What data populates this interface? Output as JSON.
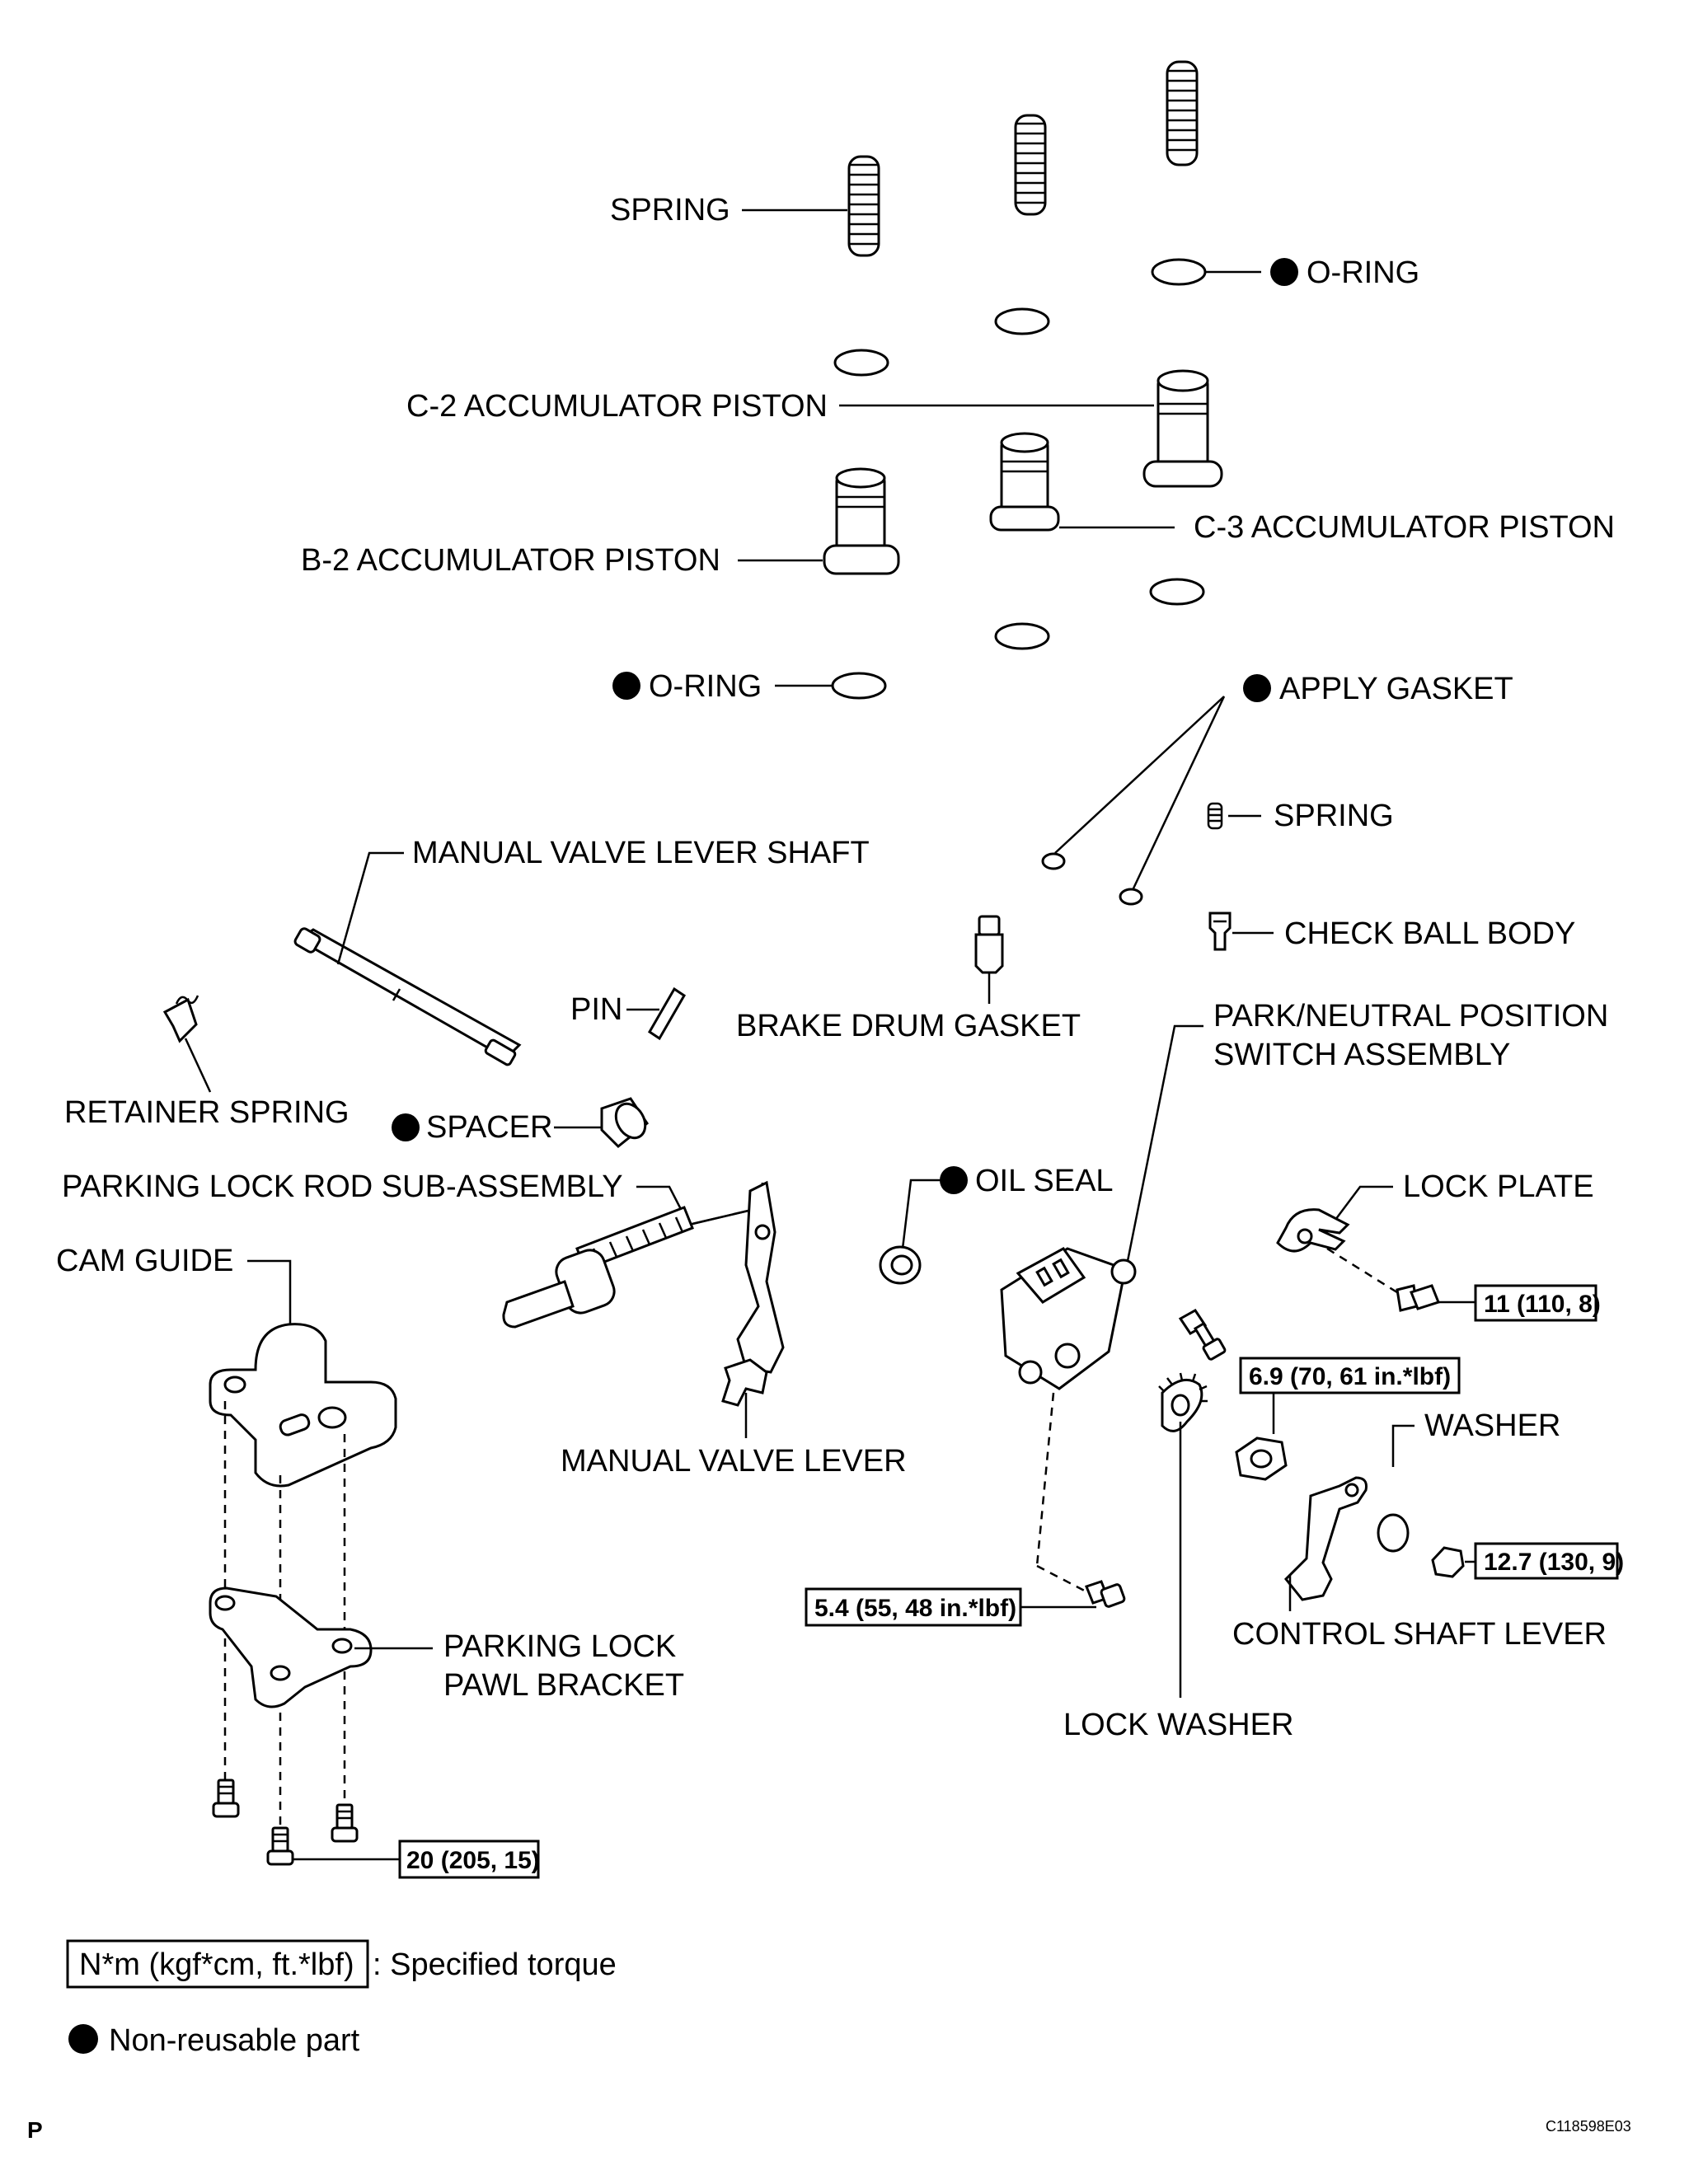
{
  "labels": {
    "spring_top": "SPRING",
    "o_ring_top": "O-RING",
    "c2_piston": "C-2 ACCUMULATOR PISTON",
    "c3_piston": "C-3 ACCUMULATOR PISTON",
    "b2_piston": "B-2 ACCUMULATOR PISTON",
    "o_ring_left": "O-RING",
    "apply_gasket": "APPLY GASKET",
    "spring_small": "SPRING",
    "manual_valve_lever_shaft": "MANUAL VALVE LEVER SHAFT",
    "check_ball_body": "CHECK BALL BODY",
    "pin": "PIN",
    "brake_drum_gasket": "BRAKE DRUM GASKET",
    "park_neutral_1": "PARK/NEUTRAL POSITION",
    "park_neutral_2": "SWITCH ASSEMBLY",
    "retainer_spring": "RETAINER SPRING",
    "spacer": "SPACER",
    "oil_seal": "OIL SEAL",
    "lock_plate": "LOCK PLATE",
    "parking_lock_rod": "PARKING LOCK ROD SUB-ASSEMBLY",
    "cam_guide": "CAM GUIDE",
    "manual_valve_lever": "MANUAL VALVE LEVER",
    "washer": "WASHER",
    "control_shaft_lever": "CONTROL SHAFT LEVER",
    "parking_lock_pawl_1": "PARKING LOCK",
    "parking_lock_pawl_2": "PAWL BRACKET",
    "lock_washer": "LOCK WASHER"
  },
  "torques": {
    "lock_plate_bolt": "11 (110, 8)",
    "nut_upper": "6.9 (70, 61 in.*lbf)",
    "control_shaft_nut": "12.7 (130, 9)",
    "switch_bolt": "5.4 (55, 48 in.*lbf)",
    "bracket_bolt": "20 (205, 15)"
  },
  "legend": {
    "torque_box": "N*m (kgf*cm, ft.*lbf)",
    "torque_text": ": Specified torque",
    "nonreusable_text": "Non-reusable part"
  },
  "footer": {
    "page_letter": "P",
    "figure_id": "C118598E03"
  }
}
